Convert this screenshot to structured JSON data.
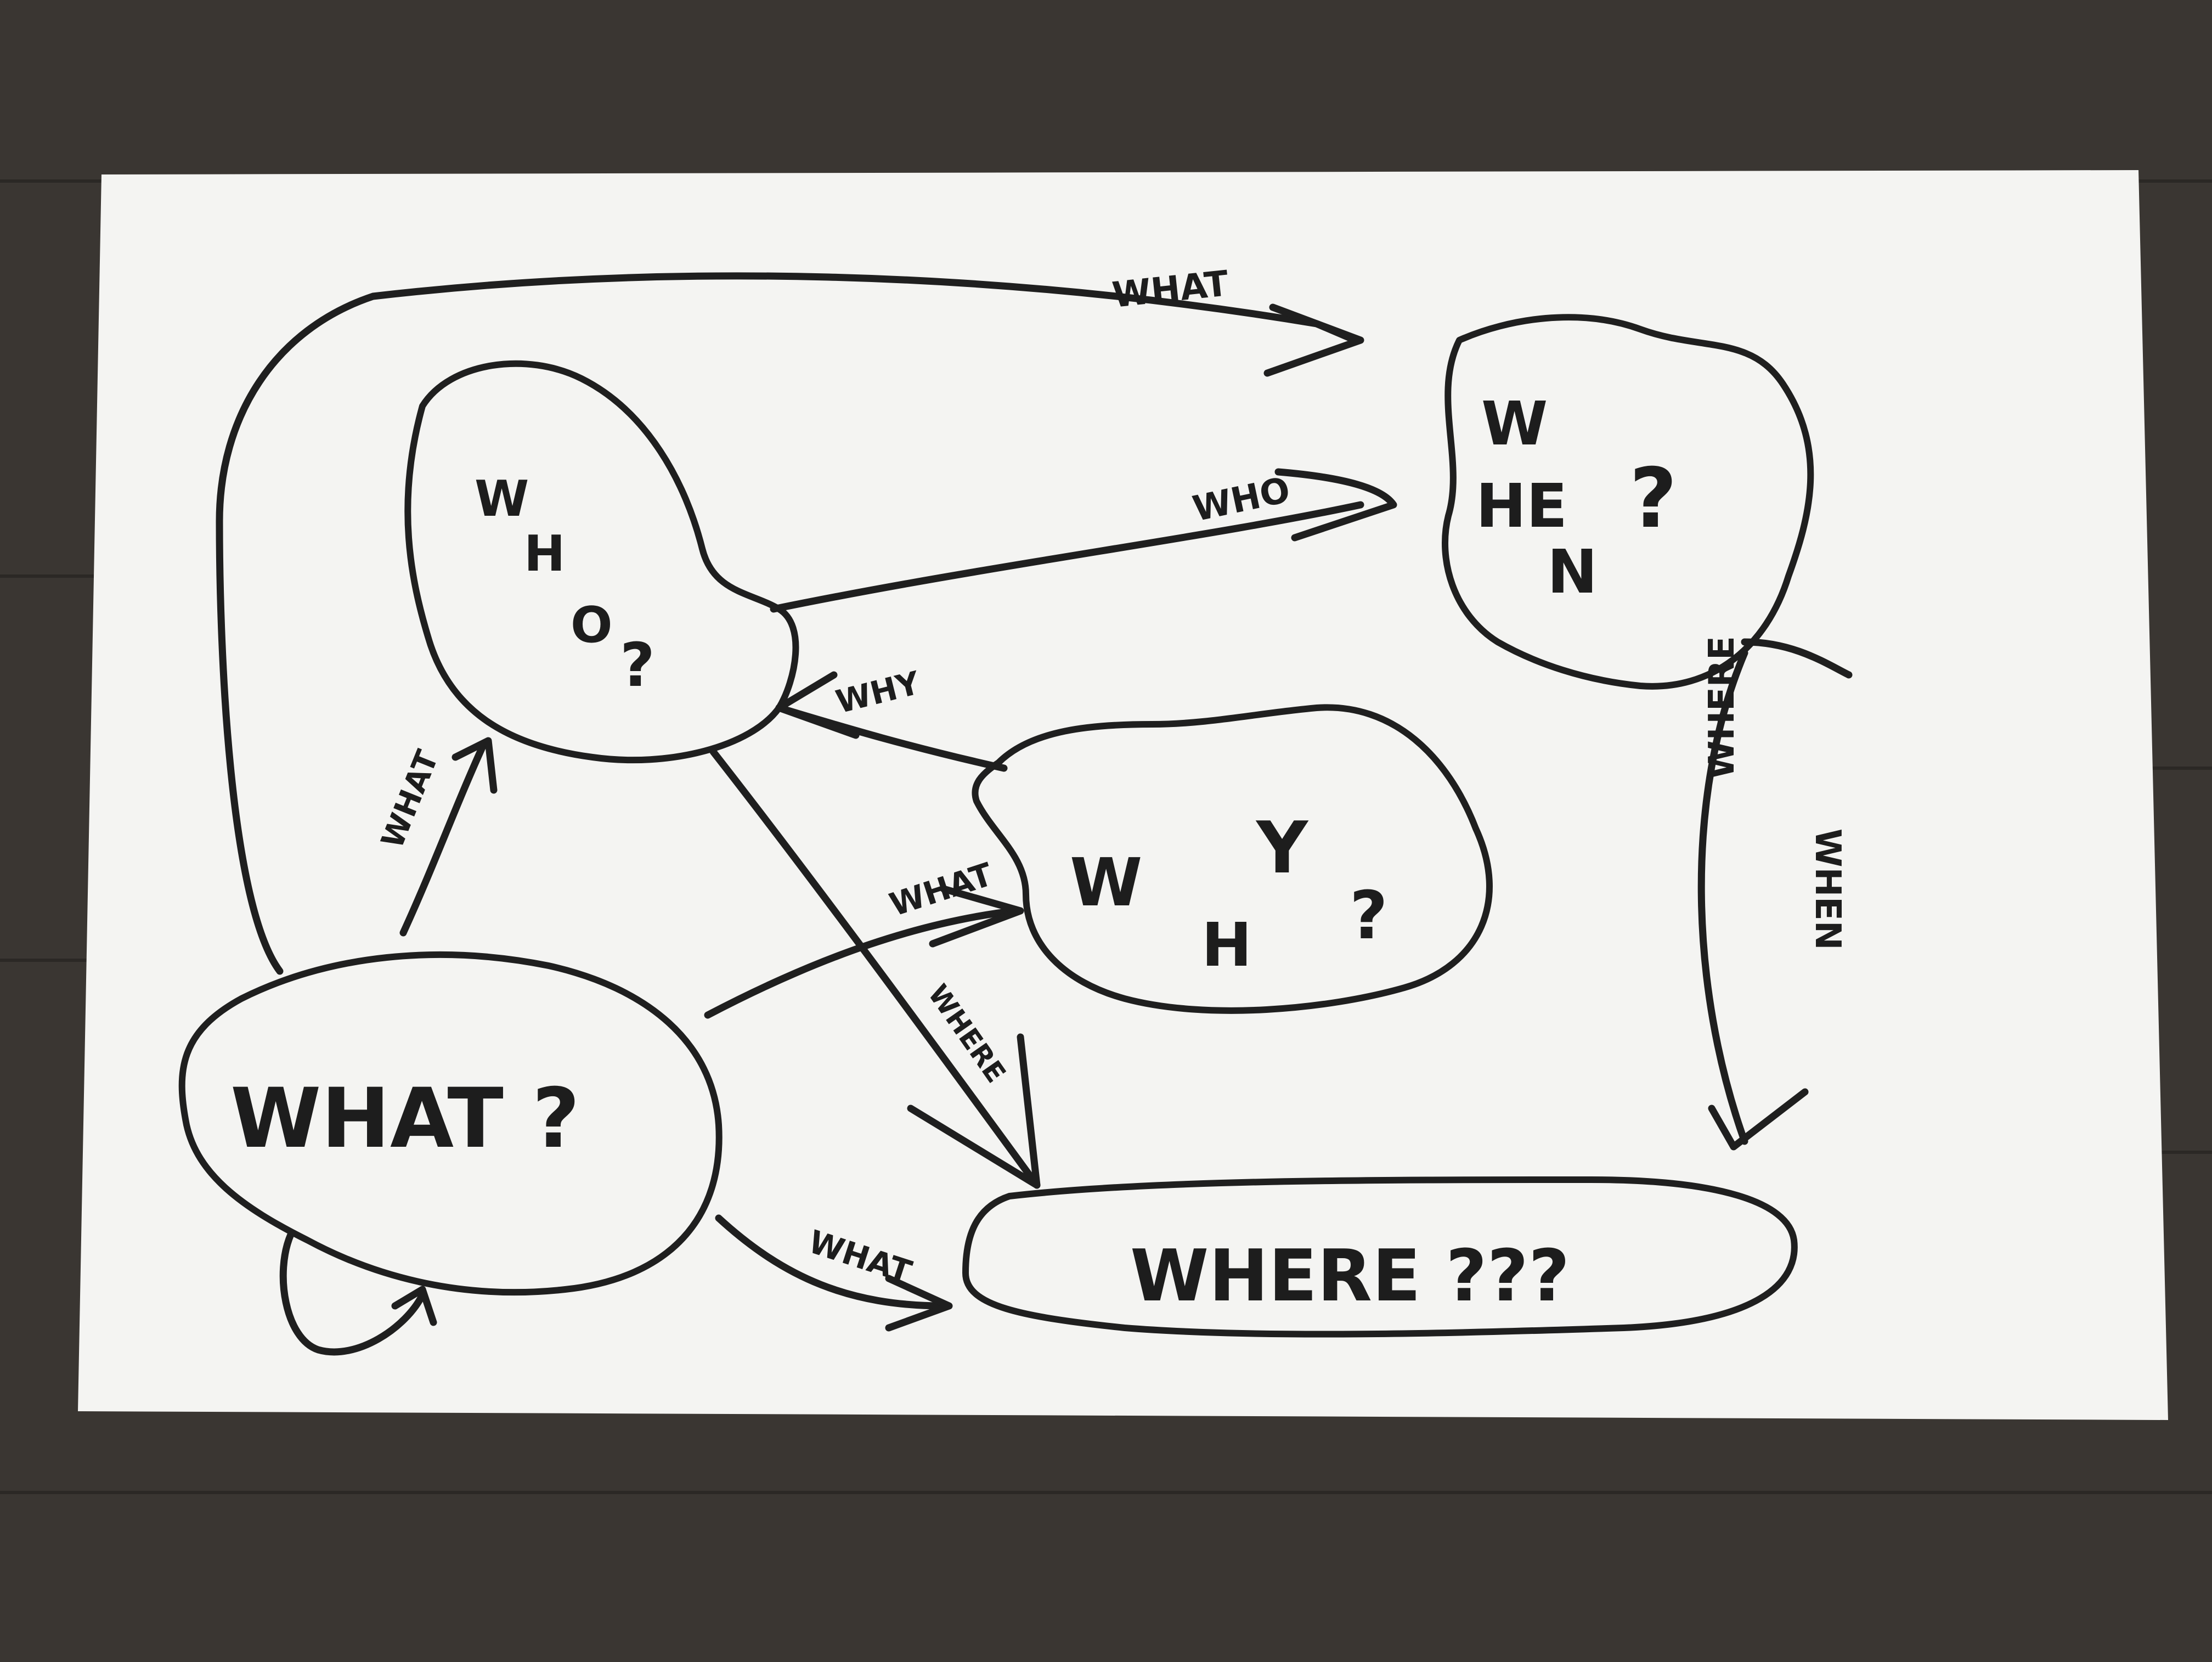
{
  "colors": {
    "table": "#3a3632",
    "paper": "#f4f4f2",
    "ink": "#1f1f1f"
  },
  "nodes": {
    "what": "WHAT ?",
    "who_w": "W",
    "who_h": "H",
    "who_o": "O",
    "who_q": "?",
    "when_w": "W",
    "when_he": "HE",
    "when_n": "N",
    "when_q": "?",
    "why_w": "W",
    "why_h": "H",
    "why_y": "Y",
    "why_q": "?",
    "where": "WHERE ???"
  },
  "edges": {
    "what_to_when": "WHAT",
    "who_to_when": "WHO",
    "why_to_who": "WHY",
    "what_to_who": "WHAT",
    "what_to_why": "WHAT",
    "who_to_where": "WHERE",
    "what_to_where": "WHAT",
    "when_to_where": "WHERE",
    "where_to_when": "WHEN"
  }
}
